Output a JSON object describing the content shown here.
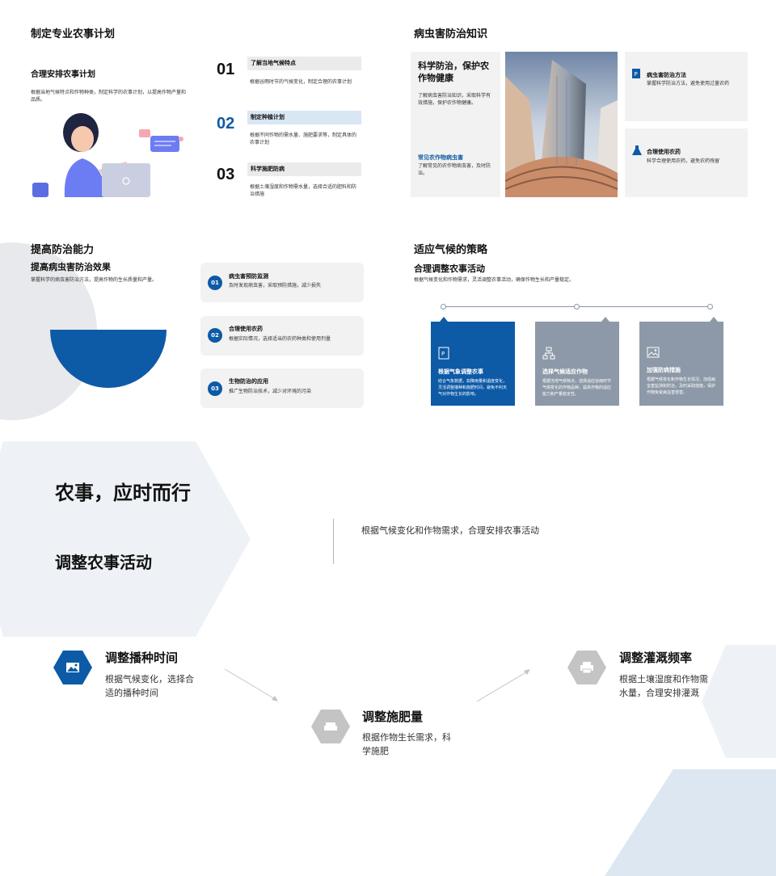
{
  "slide1": {
    "title": "制定专业农事计划",
    "subtitle": "合理安排农事计划",
    "desc": "根据当地气候特点和作物种类，制定科学的农事计划，以提高作物产量和品质。",
    "steps": [
      {
        "num": "01",
        "label": "了解当地气候特点",
        "text": "根据谷雨时节的气候变化，制定合理的农事计划"
      },
      {
        "num": "02",
        "label": "制定种植计划",
        "text": "根据不同作物的需水量、施肥要求等，制定具体的农事计划"
      },
      {
        "num": "03",
        "label": "科学施肥防病",
        "text": "根据土壤湿度和作物需水量，选择合适的肥料和防治措施"
      }
    ]
  },
  "slide2": {
    "title": "病虫害防治知识",
    "left_heading": "科学防治，保护农作物健康",
    "left_text": "了解病虫害防治知识，采取科学有效措施，保护农作物健康。",
    "left_subheading": "常见农作物病虫害",
    "left_subtext": "了解常见的农作物病虫害，及时防治。",
    "cards": [
      {
        "icon": "document-icon",
        "label": "病虫害防治方法",
        "text": "掌握科学防治方法，避免使用过量农药"
      },
      {
        "icon": "flask-icon",
        "label": "合理使用农药",
        "text": "科学合理使用农药，避免农药残留"
      }
    ]
  },
  "slide3": {
    "title": "提高防治能力",
    "subtitle": "提高病虫害防治效果",
    "desc": "掌握科学的病虫害防治方法，提高作物的生长质量和产量。",
    "items": [
      {
        "num": "01",
        "label": "病虫害预防监测",
        "text": "及时发现病虫害，采取预防措施，减少损失"
      },
      {
        "num": "02",
        "label": "合理使用农药",
        "text": "根据实际情况，选择适当的农药种类和使用剂量"
      },
      {
        "num": "03",
        "label": "生物防治的应用",
        "text": "推广生物防治技术，减少对环境的污染"
      }
    ]
  },
  "slide4": {
    "title": "适应气候的策略",
    "subtitle": "合理调整农事活动",
    "desc": "根据气候变化和作物需求，灵活调整农事活动，确保作物生长和产量稳定。",
    "cards": [
      {
        "icon": "document-icon",
        "label": "根据气象调整农事",
        "text": "结合气象数据，如降雨量和温度变化，灵活调整播种和施肥时间，避免不利天气对作物生长的影响。",
        "color": "#0d5aa7"
      },
      {
        "icon": "network-icon",
        "label": "选择气候适应作物",
        "text": "根据当地气候特点，选择适应谷雨时节气候变化的作物品种，提高作物的适应能力和产量稳定性。",
        "color": "#8d99a8"
      },
      {
        "icon": "image-icon",
        "label": "加强防病措施",
        "text": "根据气候变化和作物生长情况，加强病虫害监测和防治，及时采取措施，保护作物免受病虫害侵害。",
        "color": "#8d99a8"
      }
    ]
  },
  "slide5": {
    "title1": "农事，应时而行",
    "title2": "调整农事活动",
    "intro": "根据气候变化和作物需求，合理安排农事活动",
    "items": [
      {
        "icon": "image-icon",
        "label": "调整播种时间",
        "text": "根据气候变化，选择合适的播种时间",
        "color": "#0d5aa7"
      },
      {
        "icon": "sofa-icon",
        "label": "调整施肥量",
        "text": "根据作物生长需求，科学施肥",
        "color": "#c4c4c4"
      },
      {
        "icon": "printer-icon",
        "label": "调整灌溉频率",
        "text": "根据土壤湿度和作物需水量，合理安排灌溉",
        "color": "#c4c4c4"
      }
    ]
  },
  "colors": {
    "accent": "#0d5aa7",
    "grey_card": "#8d99a8",
    "light_panel": "#f2f2f2",
    "pale_blue": "#e8eef6"
  }
}
